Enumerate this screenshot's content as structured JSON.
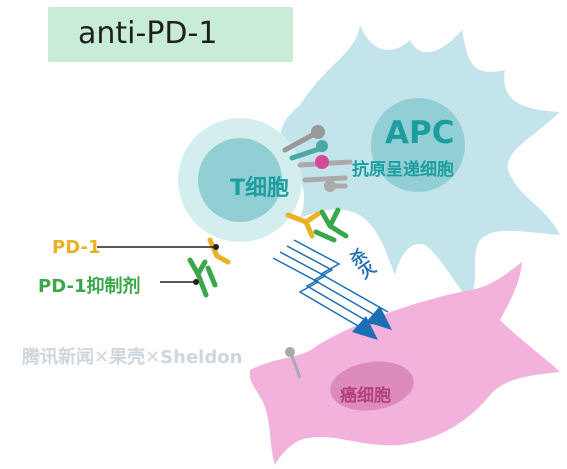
{
  "title": "anti-PD-1",
  "cells": {
    "apc_abbr": "APC",
    "apc_full": "抗原呈递细胞",
    "t_cell": "T细胞",
    "cancer": "癌细胞"
  },
  "labels": {
    "pd1": "PD-1",
    "inhibitor": "PD-1抑制剂",
    "kill": "杀灭"
  },
  "watermark": "腾讯新闻✕果壳✕Sheldon",
  "colors": {
    "title_bg": "#c9ecd6",
    "apc_fill": "#c3e4ea",
    "t_cell_fill": "#d4eef0",
    "nucleus": "#92cfd4",
    "cancer_fill": "#f2b2dc",
    "pd1": "#e8b224",
    "inhibitor": "#3aa84a",
    "arrow": "#1d6fb5",
    "text_teal": "#1d9e9e"
  }
}
